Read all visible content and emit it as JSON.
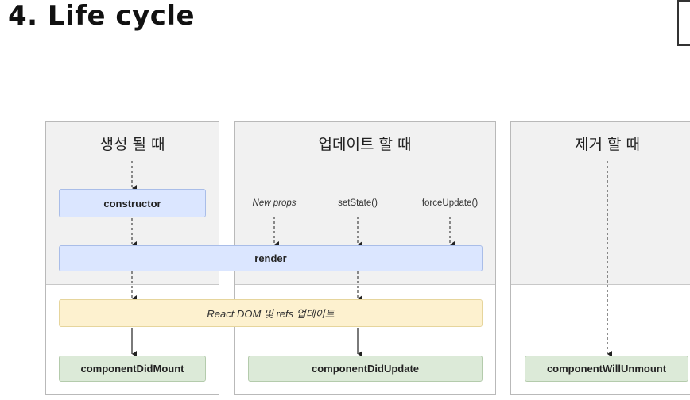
{
  "slide": {
    "title": "4. Life cycle"
  },
  "phases": {
    "mount": {
      "title": "생성 될 때"
    },
    "update": {
      "title": "업데이트 할 때"
    },
    "unmount": {
      "title": "제거 할 때"
    }
  },
  "nodes": {
    "constructor": "constructor",
    "render": "render",
    "react_dom_update": "React DOM 및 refs 업데이트",
    "component_did_mount": "componentDidMount",
    "component_did_update": "componentDidUpdate",
    "component_will_unmount": "componentWillUnmount"
  },
  "triggers": {
    "new_props": "New props",
    "set_state": "setState()",
    "force_update": "forceUpdate()"
  },
  "colors": {
    "render_phase": "#dbe6ff",
    "commit_prep": "#fdf1cf",
    "commit_phase": "#dcead8"
  }
}
